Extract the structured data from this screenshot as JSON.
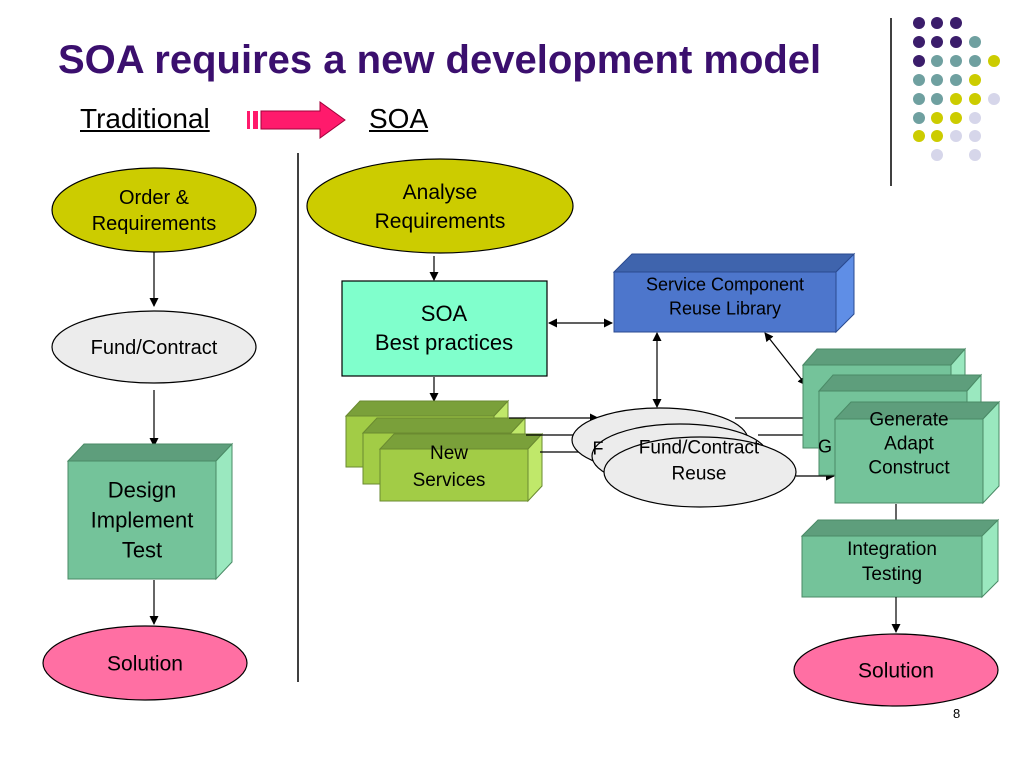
{
  "title": "SOA requires a new development model",
  "subtitle_left": "Traditional",
  "subtitle_right": "SOA",
  "page_number": "8",
  "colors": {
    "title": "#3b0f6e",
    "olive": "#cccc00",
    "grey_ellipse": "#ececec",
    "green_box": "#74c39a",
    "aqua_box": "#80ffcc",
    "blue_box": "#4d76cc",
    "lime_box": "#a2cc46",
    "pink": "#ff6fa3",
    "arrow": "#ff1a6c"
  },
  "traditional": {
    "order": "Order &\nRequirements",
    "fund": "Fund/Contract",
    "design": "Design\nImplement\nTest",
    "solution": "Solution"
  },
  "soa": {
    "analyse": "Analyse\nRequirements",
    "best_practices": "SOA\nBest practices",
    "library": "Service Component\nReuse Library",
    "new_services": "New\nServices",
    "fund_reuse": "Fund/Contract\nReuse",
    "fund_reuse_back_letter": "F",
    "generate_back_letter": "G",
    "generate": "Generate\nAdapt\nConstruct",
    "integration": "Integration\nTesting",
    "solution": "Solution"
  }
}
